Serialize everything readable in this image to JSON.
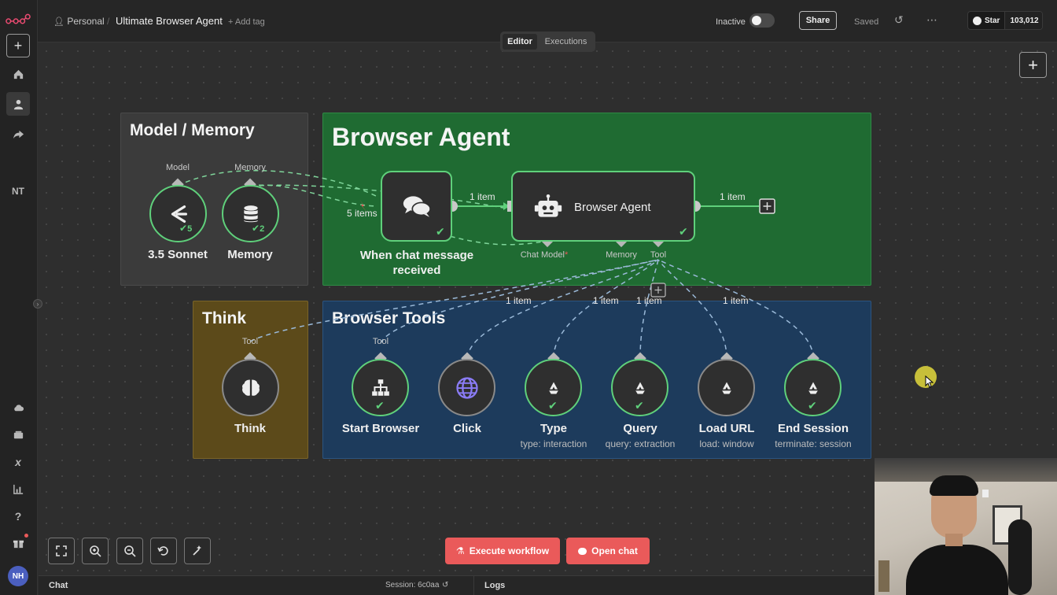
{
  "sidebar": {
    "initials": "NT",
    "avatar": "NH"
  },
  "header": {
    "project": "Personal",
    "workflow_name": "Ultimate Browser Agent",
    "add_tag": "+ Add tag",
    "status_label": "Inactive",
    "share_label": "Share",
    "saved_label": "Saved",
    "github_star": "Star",
    "github_count": "103,012"
  },
  "tabs": [
    {
      "label": "Editor",
      "active": true
    },
    {
      "label": "Executions",
      "active": false
    }
  ],
  "groups": {
    "model_memory": "Model / Memory",
    "browser_agent": "Browser Agent",
    "think": "Think",
    "browser_tools": "Browser Tools"
  },
  "nodes": {
    "sonnet": {
      "label": "3.5 Sonnet",
      "port": "Model",
      "count": "5"
    },
    "memory": {
      "label": "Memory",
      "port": "Memory",
      "count": "2"
    },
    "trigger": {
      "label_line1": "When chat message",
      "label_line2": "received"
    },
    "agent": {
      "label": "Browser Agent",
      "ports": [
        "Chat Model",
        "Memory",
        "Tool"
      ]
    },
    "think": {
      "label": "Think",
      "port": "Tool"
    },
    "tools": [
      {
        "label": "Start Browser",
        "sub": "",
        "port": "Tool"
      },
      {
        "label": "Click",
        "sub": ""
      },
      {
        "label": "Type",
        "sub": "type: interaction"
      },
      {
        "label": "Query",
        "sub": "query: extraction"
      },
      {
        "label": "Load URL",
        "sub": "load: window"
      },
      {
        "label": "End Session",
        "sub": "terminate: session"
      }
    ]
  },
  "edges": {
    "items_5": "5 items",
    "trigger_to_agent": "1 item",
    "agent_out": "1 item",
    "tool_think": "1 item",
    "tool_type": "1 item",
    "tool_query": "1 item",
    "tool_end": "1 item"
  },
  "footer": {
    "execute_label": "Execute workflow",
    "open_chat_label": "Open chat",
    "chat_label": "Chat",
    "session": "Session: 6c0aa",
    "logs_label": "Logs"
  },
  "colors": {
    "accent": "#ea5a5a",
    "success": "#5fd07b",
    "agent_group": "#1f6b32",
    "tools_group": "#1d3b5c",
    "think_group": "#5c4a1a",
    "model_group": "#3a3a3a"
  }
}
